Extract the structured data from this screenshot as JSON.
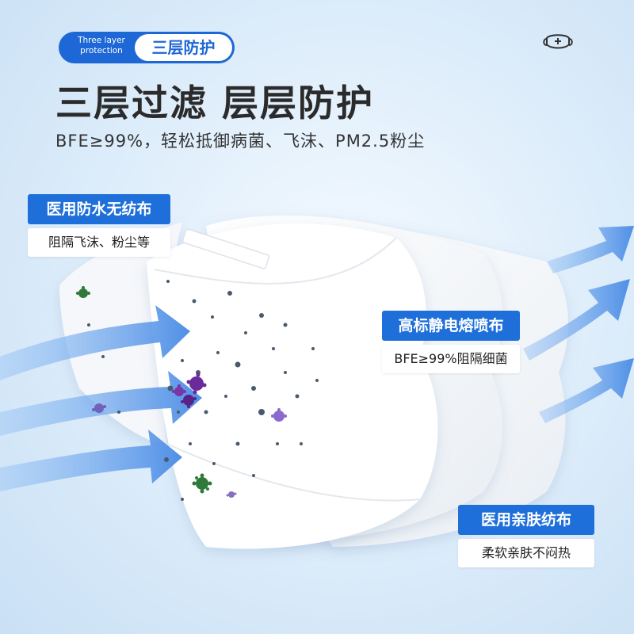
{
  "tag": {
    "en": "Three layer protection",
    "cn": "三层防护"
  },
  "headline": "三层过滤 层层防护",
  "subline": "BFE≥99%，轻松抵御病菌、飞沫、PM2.5粉尘",
  "labels": {
    "layer1": {
      "title": "医用防水无纺布",
      "desc": "阻隔飞沫、粉尘等"
    },
    "layer2": {
      "title": "高标静电熔喷布",
      "desc": "BFE≥99%阻隔细菌"
    },
    "layer3": {
      "title": "医用亲肤纺布",
      "desc": "柔软亲肤不闷热"
    }
  },
  "colors": {
    "brand_blue": "#1e6fd9",
    "arrow_blue": "#6aa8ee",
    "headline": "#2b2b2b"
  },
  "icons": [
    "mask-logo-icon",
    "flow-arrow-icon",
    "germ-icon"
  ]
}
